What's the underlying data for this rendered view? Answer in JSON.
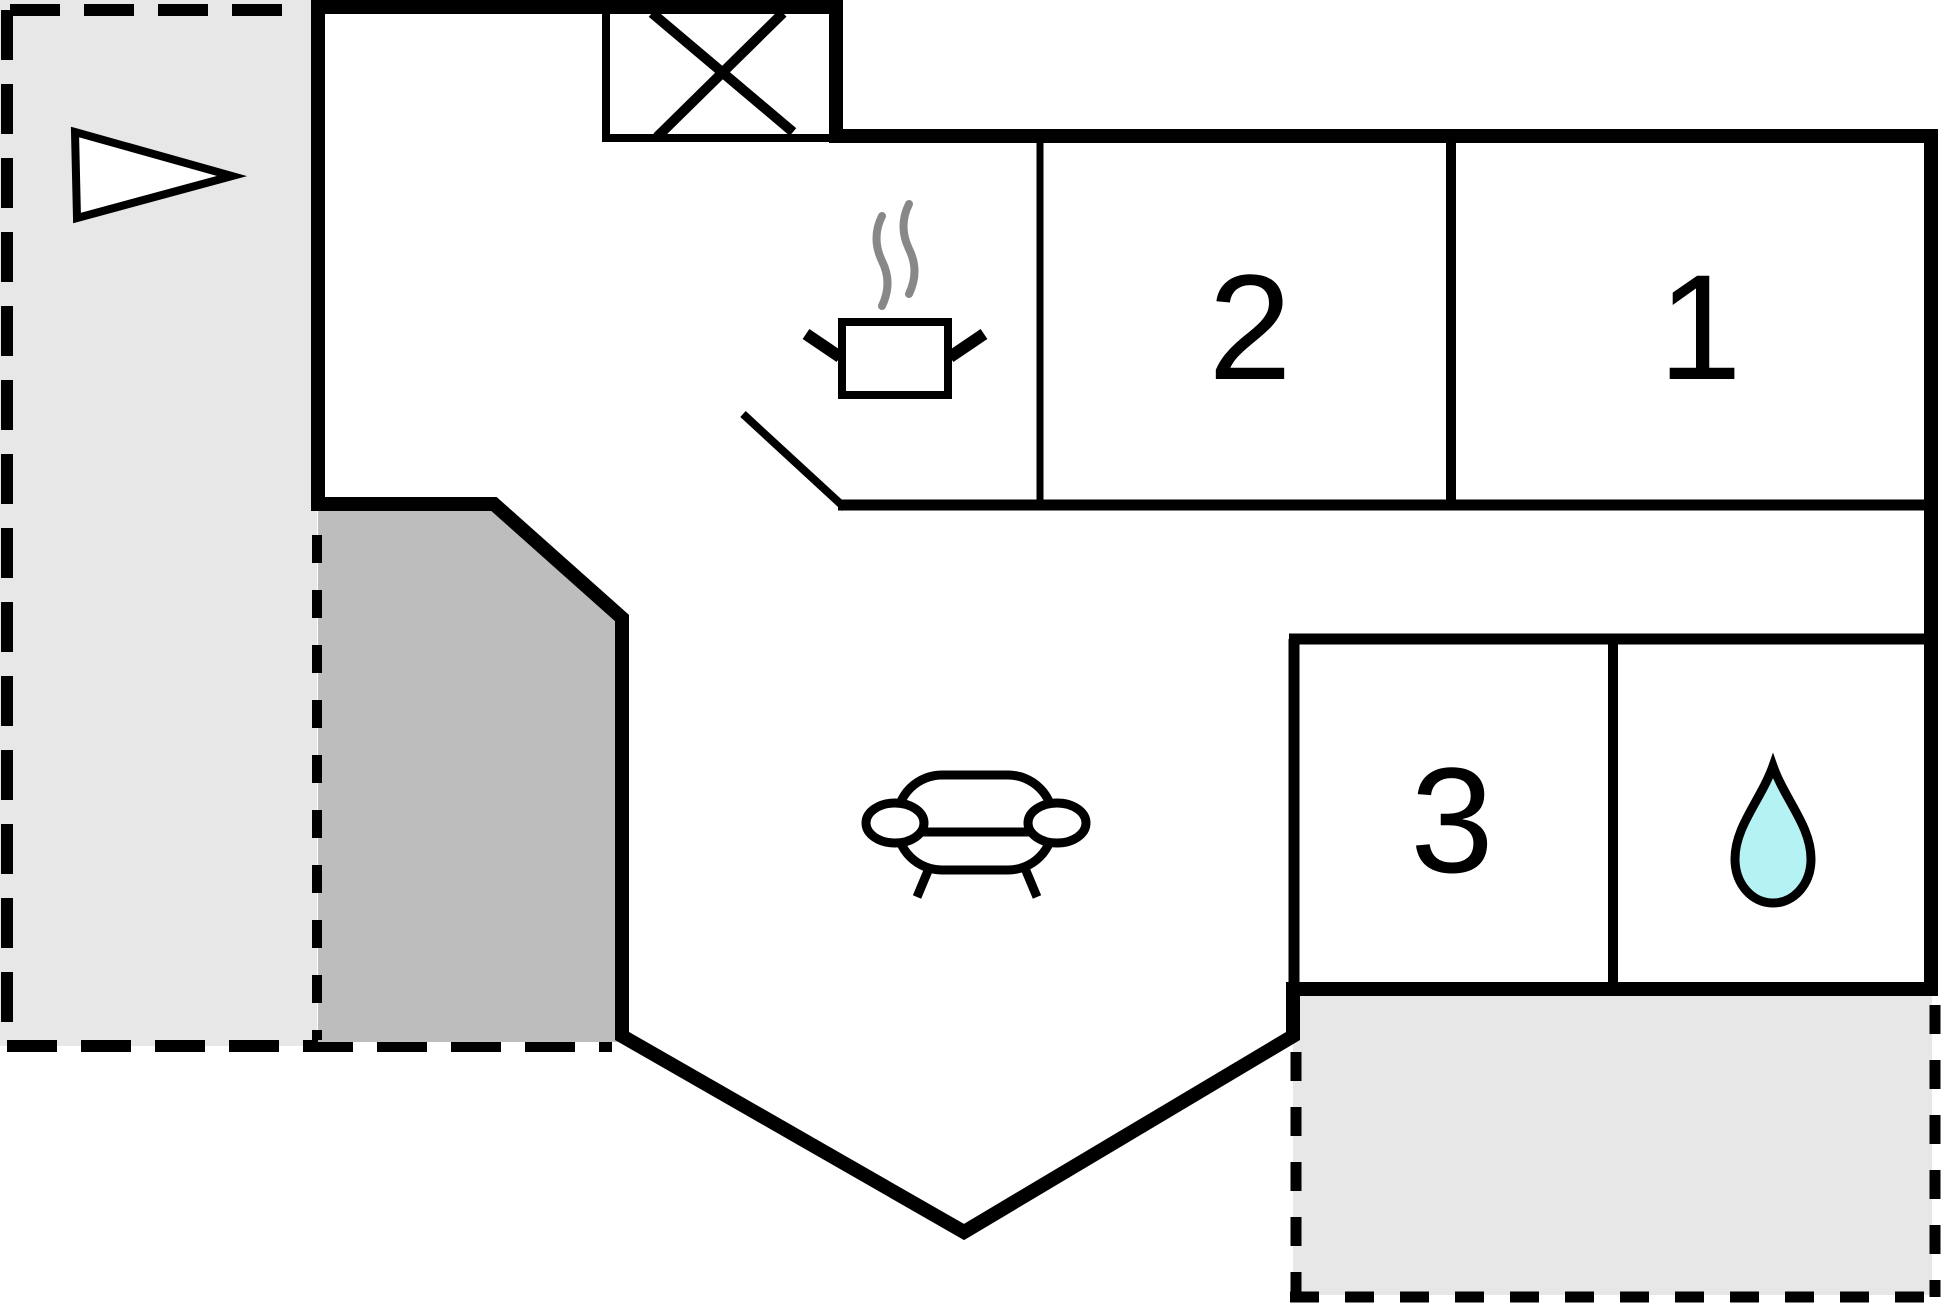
{
  "floorplan": {
    "rooms": [
      {
        "label": "1"
      },
      {
        "label": "2"
      },
      {
        "label": "3"
      }
    ],
    "icons": {
      "entrance": "arrow-right-triangle",
      "chimney": "crossed-box",
      "kitchen": "steaming-pot",
      "living_room": "sofa",
      "bathroom": "water-drop"
    },
    "colors": {
      "terrace": "#e7e7e7",
      "covered_terrace": "#bdbdbd",
      "wall": "#000000",
      "steam": "#888888",
      "water_drop": "#b4f2f4",
      "background": "#ffffff"
    }
  }
}
